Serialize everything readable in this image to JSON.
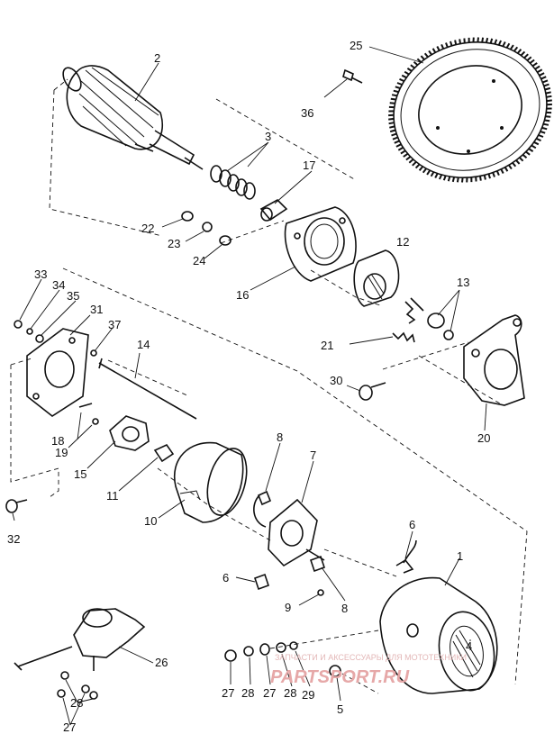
{
  "callouts": [
    {
      "id": "1",
      "label": "1"
    },
    {
      "id": "2",
      "label": "2"
    },
    {
      "id": "3",
      "label": "3"
    },
    {
      "id": "4",
      "label": "4"
    },
    {
      "id": "5",
      "label": "5"
    },
    {
      "id": "6a",
      "label": "6"
    },
    {
      "id": "6b",
      "label": "6"
    },
    {
      "id": "7",
      "label": "7"
    },
    {
      "id": "8a",
      "label": "8"
    },
    {
      "id": "8b",
      "label": "8"
    },
    {
      "id": "9",
      "label": "9"
    },
    {
      "id": "10",
      "label": "10"
    },
    {
      "id": "11",
      "label": "11"
    },
    {
      "id": "12",
      "label": "12"
    },
    {
      "id": "13",
      "label": "13"
    },
    {
      "id": "14",
      "label": "14"
    },
    {
      "id": "15",
      "label": "15"
    },
    {
      "id": "16",
      "label": "16"
    },
    {
      "id": "17",
      "label": "17"
    },
    {
      "id": "18",
      "label": "18"
    },
    {
      "id": "19",
      "label": "19"
    },
    {
      "id": "20",
      "label": "20"
    },
    {
      "id": "21",
      "label": "21"
    },
    {
      "id": "22",
      "label": "22"
    },
    {
      "id": "23",
      "label": "23"
    },
    {
      "id": "24",
      "label": "24"
    },
    {
      "id": "25",
      "label": "25"
    },
    {
      "id": "26",
      "label": "26"
    },
    {
      "id": "27a",
      "label": "27"
    },
    {
      "id": "27b",
      "label": "27"
    },
    {
      "id": "27c",
      "label": "27"
    },
    {
      "id": "28a",
      "label": "28"
    },
    {
      "id": "28b",
      "label": "28"
    },
    {
      "id": "28c",
      "label": "28"
    },
    {
      "id": "29",
      "label": "29"
    },
    {
      "id": "30",
      "label": "30"
    },
    {
      "id": "31",
      "label": "31"
    },
    {
      "id": "32",
      "label": "32"
    },
    {
      "id": "33",
      "label": "33"
    },
    {
      "id": "34",
      "label": "34"
    },
    {
      "id": "35",
      "label": "35"
    },
    {
      "id": "36",
      "label": "36"
    },
    {
      "id": "37",
      "label": "37"
    }
  ],
  "watermark": {
    "line1": "ЗАПЧАСТИ И АКСЕССУАРЫ ДЛЯ МОТОТЕХНИКИ",
    "line2": "PARTSPORT.RU"
  }
}
